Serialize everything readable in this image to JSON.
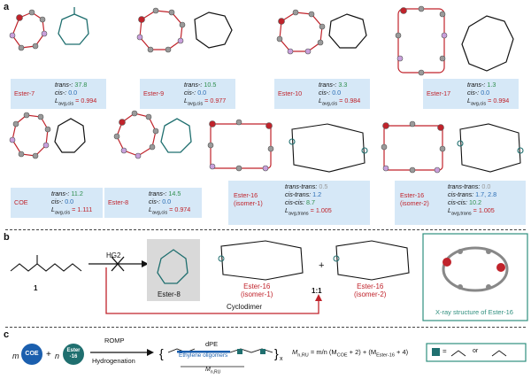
{
  "panel_labels": {
    "a": "a",
    "b": "b",
    "c": "c"
  },
  "panel_a": {
    "row1": [
      {
        "name": "Ester-7",
        "trans_label": "trans-:",
        "trans": "37.8",
        "cis_label": "cis-:",
        "cis": "0.0",
        "l_label": "L",
        "l_sub": "avg,cis",
        "l_val": "= 0.994"
      },
      {
        "name": "Ester-9",
        "trans_label": "trans-:",
        "trans": "10.5",
        "cis_label": "cis-:",
        "cis": "0.0",
        "l_label": "L",
        "l_sub": "avg,cis",
        "l_val": "= 0.977"
      },
      {
        "name": "Ester-10",
        "trans_label": "trans-:",
        "trans": "3.3",
        "cis_label": "cis-:",
        "cis": "0.0",
        "l_label": "L",
        "l_sub": "avg,cis",
        "l_val": "= 0.984"
      },
      {
        "name": "Ester-17",
        "trans_label": "trans-:",
        "trans": "1.3",
        "cis_label": "cis-:",
        "cis": "0.0",
        "l_label": "L",
        "l_sub": "avg,cis",
        "l_val": "= 0.994"
      }
    ],
    "row2": [
      {
        "name": "COE",
        "trans_label": "trans-:",
        "trans": "11.2",
        "cis_label": "cis-:",
        "cis": "0.0",
        "l_label": "L",
        "l_sub": "avg,cis",
        "l_val": "= 1.111"
      },
      {
        "name": "Ester-8",
        "trans_label": "trans-:",
        "trans": "14.5",
        "cis_label": "cis-:",
        "cis": "0.0",
        "l_label": "L",
        "l_sub": "avg,cis",
        "l_val": "= 0.974"
      }
    ],
    "isomer1": {
      "name1": "Ester-16",
      "name2": "(isomer-1)",
      "tt_label": "trans-trans:",
      "tt": "0.5",
      "ct_label": "cis-trans:",
      "ct": "1.2",
      "cc_label": "cis-cis:",
      "cc": "8.7",
      "l_label": "L",
      "l_sub": "avg,trans",
      "l_val": "= 1.005"
    },
    "isomer2": {
      "name1": "Ester-16",
      "name2": "(isomer-2)",
      "tt_label": "trans-trans:",
      "tt": "0.0",
      "ct_label": "cis-trans:",
      "ct": "1.7, 2.8",
      "cc_label": "cis-cis:",
      "cc": "10.2",
      "l_label": "L",
      "l_sub": "avg,trans",
      "l_val": "= 1.005"
    }
  },
  "panel_b": {
    "compound": "1",
    "catalyst": "HG2",
    "ester8": "Ester-8",
    "iso1a": "Ester-16",
    "iso1b": "(isomer-1)",
    "plus": "+",
    "ratio": "1:1",
    "iso2a": "Ester-16",
    "iso2b": "(isomer-2)",
    "cyclodimer": "Cyclodimer",
    "xray": "X-ray structure of Ester-16"
  },
  "panel_c": {
    "m": "m",
    "coe": "COE",
    "plus": "+",
    "n": "n",
    "ester_a": "Ester",
    "ester_b": "-16",
    "romp": "ROMP",
    "hydrogenation": "Hydrogenation",
    "dpe": "dPE",
    "oligo": "Ethylene oligomers",
    "x": "x",
    "mnru": "M",
    "mnru_sub": "n,RU",
    "equation": "= m/n (M",
    "eq_coe": "COE",
    "eq_mid": " + 2) + (M",
    "eq_ester": "Ester-16",
    "eq_end": " + 4)",
    "legend_eq": "=",
    "legend_or": "or"
  },
  "colors": {
    "red": "#c0232b",
    "green": "#2f8f4e",
    "blue_box": "#d6e8f7",
    "teal": "#1f6f6f",
    "coe_blue": "#1b5fae"
  }
}
